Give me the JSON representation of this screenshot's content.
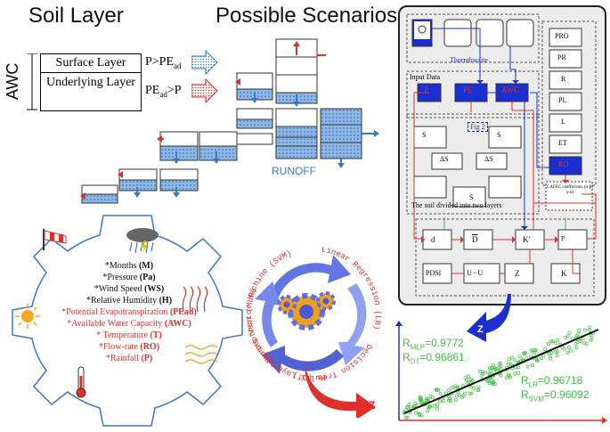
{
  "soil": {
    "title": "Soil Layer",
    "awc": "AWC",
    "surface": "Surface Layer",
    "underlying": "Underlying Layer"
  },
  "scenarios": {
    "title": "Possible Scenarios",
    "legend_p": "P>PE",
    "legend_p_sub": "ad",
    "legend_pe": "PE",
    "legend_pe_sub": "ad",
    "legend_pe_tail": ">P",
    "runoff": "RUNOFF"
  },
  "variables": [
    {
      "text": "*Months ",
      "bold": "(M)",
      "color": "black"
    },
    {
      "text": "*Pressure ",
      "bold": "(Pa)",
      "color": "black"
    },
    {
      "text": "*Wind Speed ",
      "bold": "(WS)",
      "color": "black"
    },
    {
      "text": "*Relative Humidity ",
      "bold": "(H)",
      "color": "black"
    },
    {
      "text": "*Potential Evapotranspiration ",
      "bold": "(PEad)",
      "color": "red"
    },
    {
      "text": "*Available Water Capacity ",
      "bold": "(AWC)",
      "color": "red"
    },
    {
      "text": "* Temperature ",
      "bold": "(T)",
      "color": "red"
    },
    {
      "text": "*Flow-rate ",
      "bold": "(RO)",
      "color": "red"
    },
    {
      "text": "*Rainfall ",
      "bold": "(P)",
      "color": "red"
    }
  ],
  "models": {
    "mlp": "Multi Layer Perceptron (MLP)",
    "svm": "Support Vector Machine (SVM)",
    "lr": "Linear Regression (LR)",
    "dt": "Decision Tree (DT)",
    "z1": "Z",
    "z2": "Z"
  },
  "panel": {
    "thornthwaite": "Thornthwaite",
    "input_data": "Input Data",
    "p": "P",
    "pe": "PE",
    "awc": "AWC",
    "fig2": "Fig 2",
    "ss": "S",
    "su": "S",
    "dss": "ΔS",
    "dsu": "ΔS",
    "s": "S",
    "soil_caption": "The soil divided into two layers",
    "right": [
      "PRO",
      "PR",
      "R",
      "PL",
      "L",
      "ET",
      "RO"
    ],
    "cafec": "CAFEC coefficients (α-β-γ-δ)",
    "d": "d",
    "dbar": "D",
    "k1": "K'",
    "pcafec": "P",
    "pdsi": "PDSI",
    "uu": "U - U",
    "z": "Z",
    "k": "K"
  },
  "results": {
    "r_mlp": "R",
    "r_mlp_sub": "MLP",
    "r_mlp_val": "=0.9772",
    "r_dt": "R",
    "r_dt_sub": "DT",
    "r_dt_val": "=0.96861",
    "r_lr": "R",
    "r_lr_sub": "LR",
    "r_lr_val": "=0.96718",
    "r_svm": "R",
    "r_svm_sub": "SVM",
    "r_svm_val": "=0.96092",
    "z_axis": "Z"
  },
  "colors": {
    "blue": "#3a78c8",
    "red": "#e0302b",
    "green": "#3fbf3f",
    "dark_blue": "#1a2fd0",
    "gear_orange": "#f0a020"
  }
}
